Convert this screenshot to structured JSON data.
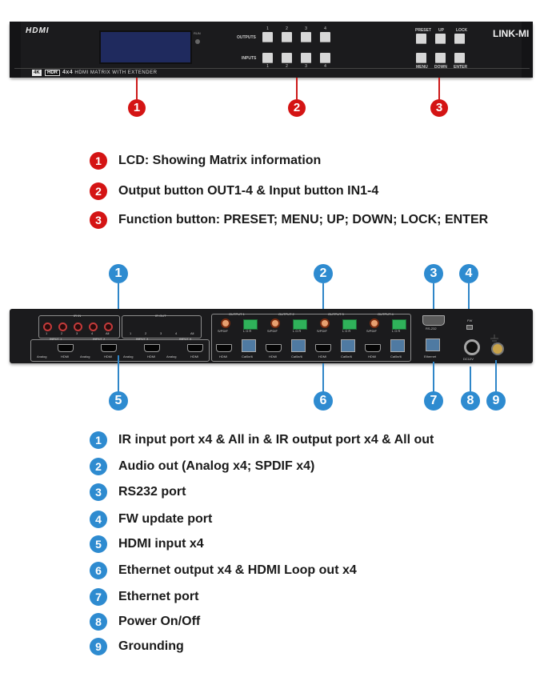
{
  "front_panel": {
    "hdmi_logo": "HDMI",
    "badge_4k": "4K",
    "badge_hdr": "HDR",
    "model_main": "4x4",
    "model_rest": "HDMI MATRIX WITH EXTENDER",
    "brand": "LINK-MI",
    "run_label": "RUN",
    "outputs_label": "OUTPUTS",
    "inputs_label": "INPUTS",
    "output_numbers": [
      "1",
      "2",
      "3",
      "4"
    ],
    "input_numbers": [
      "1",
      "2",
      "3",
      "4"
    ],
    "func_top_labels": [
      "PRESET",
      "UP",
      "LOCK"
    ],
    "func_bottom_labels": [
      "MENU",
      "DOWN",
      "ENTER"
    ]
  },
  "front_callouts": [
    "1",
    "2",
    "3"
  ],
  "front_legend": [
    {
      "num": "1",
      "text": "LCD: Showing Matrix information"
    },
    {
      "num": "2",
      "text": "Output button OUT1-4 & Input button IN1-4"
    },
    {
      "num": "3",
      "text": "Function button: PRESET;  MENU;  UP;  DOWN;  LOCK;  ENTER"
    }
  ],
  "rear_panel": {
    "ir_in_label": "IR IN",
    "ir_out_label": "IR OUT",
    "ir_numbers": [
      "1",
      "2",
      "3",
      "4",
      "All"
    ],
    "input_labels": [
      "INPUT 1",
      "INPUT 2",
      "INPUT 3",
      "INPUT 4"
    ],
    "analog_label": "Analog",
    "hdmi_label": "HDMI",
    "output_labels": [
      "OUTPUT 1",
      "OUTPUT 2",
      "OUTPUT 3",
      "OUTPUT 4"
    ],
    "spdif_label": "S/PDIF",
    "lgr_label": "L G R",
    "cat_label": "Cat5e/6",
    "rs232_label": "RS-232",
    "fw_label": "FW",
    "ethernet_label": "Ethernet",
    "dc_label": "DC12V"
  },
  "rear_callouts": [
    "1",
    "2",
    "3",
    "4",
    "5",
    "6",
    "7",
    "8",
    "9"
  ],
  "rear_legend": [
    {
      "num": "1",
      "text": "IR input port x4 & All in & IR output port x4 & All out"
    },
    {
      "num": "2",
      "text": "Audio out (Analog x4; SPDIF x4)"
    },
    {
      "num": "3",
      "text": "RS232 port"
    },
    {
      "num": "4",
      "text": "FW update port"
    },
    {
      "num": "5",
      "text": "HDMI input x4"
    },
    {
      "num": "6",
      "text": "Ethernet output x4 & HDMI Loop out x4"
    },
    {
      "num": "7",
      "text": "Ethernet port"
    },
    {
      "num": "8",
      "text": "Power On/Off"
    },
    {
      "num": "9",
      "text": "Grounding"
    }
  ],
  "colors": {
    "red_marker": "#d41414",
    "blue_marker": "#2e8bd0",
    "panel": "#1b1b1d"
  }
}
